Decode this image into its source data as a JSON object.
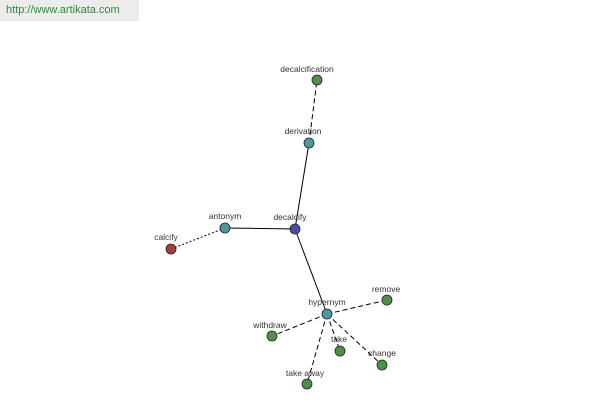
{
  "site_url": "http://www.artikata.com",
  "colors": {
    "center": "#4a4e9c",
    "relation": "#4a9aa0",
    "leaf": "#4e9048",
    "antonym_leaf": "#a04040",
    "edge": "#000000",
    "background": "#ffffff"
  },
  "graph": {
    "nodes": [
      {
        "id": "decalcify",
        "label": "decalcify",
        "kind": "center"
      },
      {
        "id": "derivation",
        "label": "derivation",
        "kind": "relation"
      },
      {
        "id": "decalcification",
        "label": "decalcification",
        "kind": "leaf"
      },
      {
        "id": "antonym",
        "label": "antonym",
        "kind": "relation"
      },
      {
        "id": "calcify",
        "label": "calcify",
        "kind": "antonym_leaf"
      },
      {
        "id": "hypernym",
        "label": "hypernym",
        "kind": "relation"
      },
      {
        "id": "remove",
        "label": "remove",
        "kind": "leaf"
      },
      {
        "id": "withdraw",
        "label": "withdraw",
        "kind": "leaf"
      },
      {
        "id": "take",
        "label": "take",
        "kind": "leaf"
      },
      {
        "id": "change",
        "label": "change",
        "kind": "leaf"
      },
      {
        "id": "take_away",
        "label": "take away",
        "kind": "leaf"
      }
    ],
    "edges": [
      {
        "from": "decalcify",
        "to": "derivation",
        "style": "solid"
      },
      {
        "from": "decalcify",
        "to": "antonym",
        "style": "solid"
      },
      {
        "from": "decalcify",
        "to": "hypernym",
        "style": "solid"
      },
      {
        "from": "derivation",
        "to": "decalcification",
        "style": "dashed"
      },
      {
        "from": "antonym",
        "to": "calcify",
        "style": "dotted"
      },
      {
        "from": "hypernym",
        "to": "remove",
        "style": "dashed"
      },
      {
        "from": "hypernym",
        "to": "withdraw",
        "style": "dashed"
      },
      {
        "from": "hypernym",
        "to": "take",
        "style": "dashed"
      },
      {
        "from": "hypernym",
        "to": "change",
        "style": "dashed"
      },
      {
        "from": "hypernym",
        "to": "take_away",
        "style": "dashed"
      }
    ]
  }
}
